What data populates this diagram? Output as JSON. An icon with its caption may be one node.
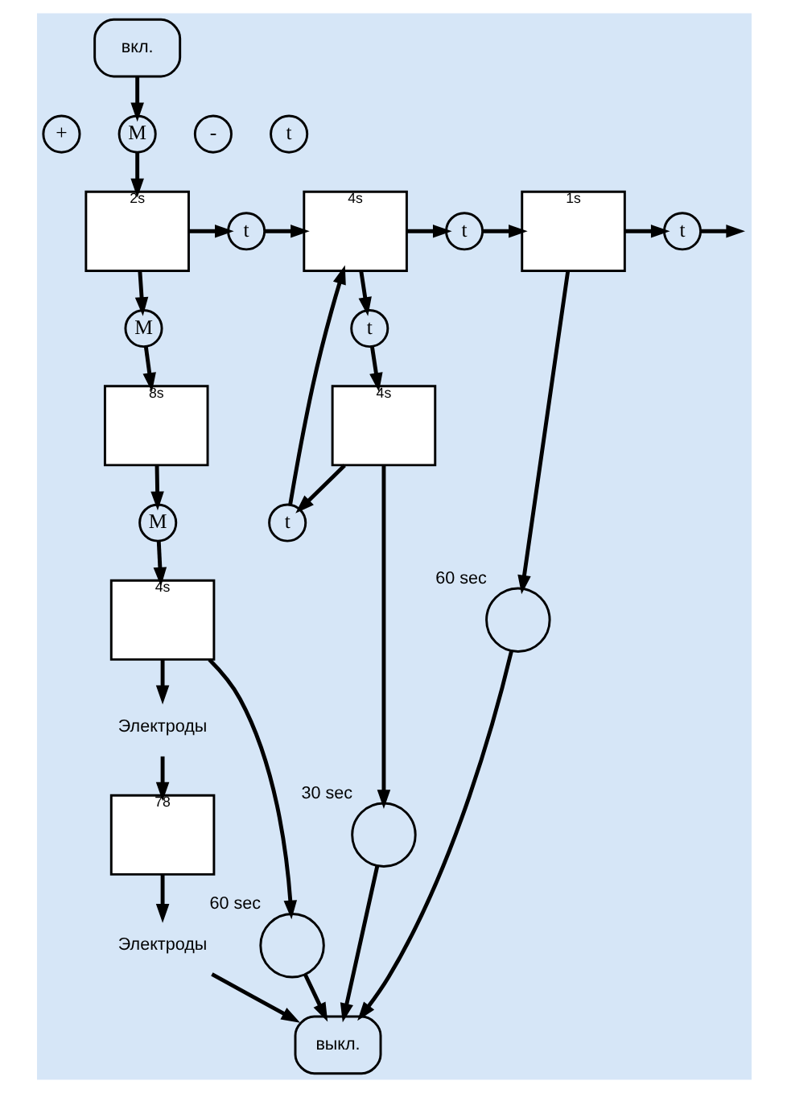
{
  "diagram": {
    "nodes": [
      {
        "text": [
          "вкл."
        ]
      },
      {
        "text": [
          "+"
        ]
      },
      {
        "text": [
          "M"
        ]
      },
      {
        "text": [
          "-"
        ]
      },
      {
        "text": [
          "t"
        ]
      },
      {
        "text": [
          "2s"
        ]
      },
      {
        "text": [
          "t"
        ]
      },
      {
        "text": [
          "4s"
        ]
      },
      {
        "text": [
          "t"
        ]
      },
      {
        "text": [
          "1s"
        ]
      },
      {
        "text": [
          "t"
        ]
      },
      {
        "text": [
          "M"
        ]
      },
      {
        "text": [
          "8s"
        ]
      },
      {
        "text": [
          "t"
        ]
      },
      {
        "text": [
          "t"
        ]
      },
      {
        "text": [
          "M"
        ]
      },
      {
        "text": [
          "4s"
        ]
      },
      {
        "text": [
          "4s"
        ]
      },
      {
        "text": [],
        "shape": "circle",
        "beside": [
          "60 sec"
        ]
      },
      {
        "text": [],
        "shape": "circle",
        "beside": [
          "30 sec"
        ]
      },
      {
        "text": [
          "Электроды"
        ]
      },
      {
        "text": [],
        "shape": "circle",
        "beside": [
          "60 sec"
        ]
      },
      {
        "text": [
          "78"
        ]
      },
      {
        "text": [
          "Электроды"
        ]
      },
      {
        "text": [
          "выкл."
        ]
      }
    ],
    "edges": [
      {
        "from": 0,
        "to": 2,
        "arrow": "to"
      },
      {
        "from": 2,
        "to": 5,
        "arrow": "to"
      },
      {
        "from": 5,
        "to": 6,
        "arrow": "to"
      },
      {
        "from": 6,
        "to": 7,
        "arrow": "to"
      },
      {
        "from": 7,
        "to": 8,
        "arrow": "to"
      },
      {
        "from": 8,
        "to": 9,
        "arrow": "to"
      },
      {
        "from": 9,
        "to": 10,
        "arrow": "to"
      },
      {
        "from": 10,
        "to": null,
        "arrow": "to"
      },
      {
        "from": 5,
        "to": 11,
        "arrow": "to"
      },
      {
        "from": 11,
        "to": 12,
        "arrow": "to"
      },
      {
        "from": 7,
        "to": 14,
        "arrow": "to"
      },
      {
        "from": 14,
        "to": 17,
        "arrow": "to"
      },
      {
        "from": 17,
        "to": 13,
        "arrow": "to"
      },
      {
        "from": 13,
        "to": 7,
        "arrow": "to"
      },
      {
        "from": 12,
        "to": 15,
        "arrow": "to"
      },
      {
        "from": 15,
        "to": 16,
        "arrow": "to"
      },
      {
        "from": 9,
        "to": 18,
        "arrow": "to"
      },
      {
        "from": 17,
        "to": 19,
        "arrow": "to"
      },
      {
        "from": 16,
        "to": 21,
        "arrow": "to"
      },
      {
        "from": 16,
        "to": 20,
        "arrow": "to"
      },
      {
        "from": 20,
        "to": 22,
        "arrow": "to"
      },
      {
        "from": 22,
        "to": 23,
        "arrow": "to"
      },
      {
        "from": 23,
        "to": 24,
        "arrow": "to"
      },
      {
        "from": 21,
        "to": 24,
        "arrow": "to"
      },
      {
        "from": 19,
        "to": 24,
        "arrow": "to"
      },
      {
        "from": 18,
        "to": 24,
        "arrow": "to"
      }
    ]
  }
}
